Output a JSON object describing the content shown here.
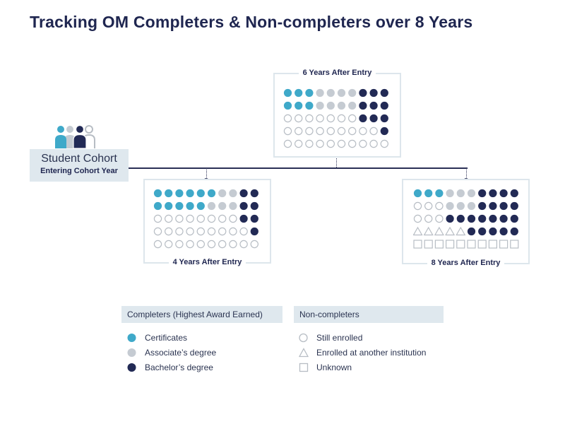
{
  "title": "Tracking OM Completers & Non-completers over 8 Years",
  "colors": {
    "certificates": "#3fa9c9",
    "associate": "#c5cbd2",
    "bachelor": "#222a55",
    "outline": "#b7bdc4"
  },
  "cohort": {
    "name": "Student Cohort",
    "sub": "Entering Cohort Year"
  },
  "panels": {
    "six": {
      "label": "6 Years After Entry",
      "rows": [
        [
          "C",
          "C",
          "C",
          "A",
          "A",
          "A",
          "A",
          "B",
          "B",
          "B"
        ],
        [
          "C",
          "C",
          "C",
          "A",
          "A",
          "A",
          "A",
          "B",
          "B",
          "B"
        ],
        [
          "O",
          "O",
          "O",
          "O",
          "O",
          "O",
          "O",
          "B",
          "B",
          "B"
        ],
        [
          "O",
          "O",
          "O",
          "O",
          "O",
          "O",
          "O",
          "O",
          "O",
          "B"
        ],
        [
          "O",
          "O",
          "O",
          "O",
          "O",
          "O",
          "O",
          "O",
          "O",
          "O"
        ]
      ]
    },
    "four": {
      "label": "4 Years After Entry",
      "rows": [
        [
          "C",
          "C",
          "C",
          "C",
          "C",
          "C",
          "A",
          "A",
          "B",
          "B"
        ],
        [
          "C",
          "C",
          "C",
          "C",
          "C",
          "A",
          "A",
          "A",
          "B",
          "B"
        ],
        [
          "O",
          "O",
          "O",
          "O",
          "O",
          "O",
          "O",
          "O",
          "B",
          "B"
        ],
        [
          "O",
          "O",
          "O",
          "O",
          "O",
          "O",
          "O",
          "O",
          "O",
          "B"
        ],
        [
          "O",
          "O",
          "O",
          "O",
          "O",
          "O",
          "O",
          "O",
          "O",
          "O"
        ]
      ]
    },
    "eight": {
      "label": "8 Years After Entry",
      "rows": [
        [
          "C",
          "C",
          "C",
          "A",
          "A",
          "A",
          "B",
          "B",
          "B",
          "B"
        ],
        [
          "O",
          "O",
          "O",
          "A",
          "A",
          "A",
          "B",
          "B",
          "B",
          "B"
        ],
        [
          "O",
          "O",
          "O",
          "B",
          "B",
          "B",
          "B",
          "B",
          "B",
          "B"
        ],
        [
          "T",
          "T",
          "T",
          "T",
          "T",
          "B",
          "B",
          "B",
          "B",
          "B"
        ],
        [
          "S",
          "S",
          "S",
          "S",
          "S",
          "S",
          "S",
          "S",
          "S",
          "S"
        ]
      ]
    }
  },
  "legend": {
    "completers_head": "Completers (Highest Award Earned)",
    "noncompleters_head": "Non-completers",
    "certificates": "Certificates",
    "associate": "Associate’s degree",
    "bachelor": "Bachelor’s degree",
    "still_enrolled": "Still enrolled",
    "another_institution": "Enrolled at another institution",
    "unknown": "Unknown"
  }
}
